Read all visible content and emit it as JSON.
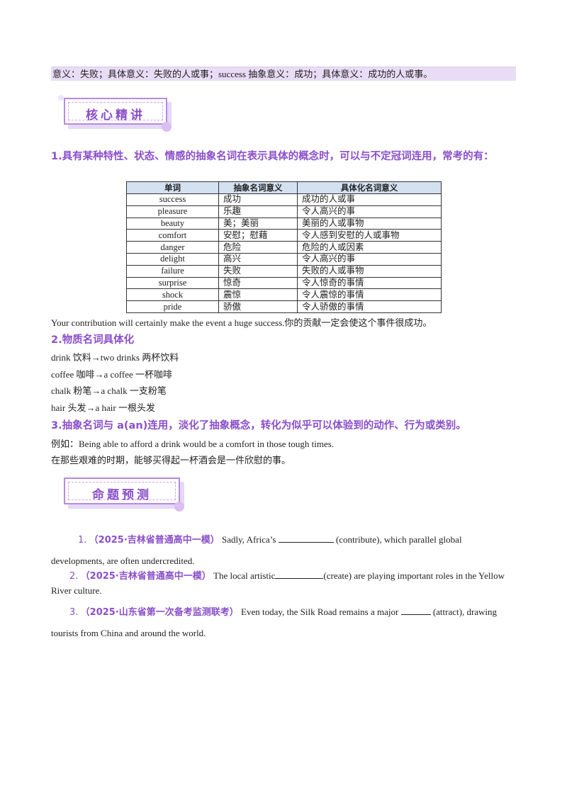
{
  "top_band_text": "意义：失败；具体意义：失败的人或事；success 抽象意义：成功；具体意义：成功的人或事。",
  "badge1_title": "核心精讲",
  "badge2_title": "命题预测",
  "heading1": "1.具有某种特性、状态、情感的抽象名词在表示具体的概念时，可以与不定冠词连用，常考的有：",
  "table": {
    "headers": [
      "单词",
      "抽象名词意义",
      "具体化名词意义"
    ],
    "rows": [
      [
        "success",
        "成功",
        "成功的人或事"
      ],
      [
        "pleasure",
        "乐趣",
        "令人高兴的事"
      ],
      [
        "beauty",
        "美；美丽",
        "美丽的人或事物"
      ],
      [
        "comfort",
        "安慰；慰藉",
        "令人感到安慰的人或事物"
      ],
      [
        "danger",
        "危险",
        "危险的人或因素"
      ],
      [
        "delight",
        "高兴",
        "令人高兴的事"
      ],
      [
        "failure",
        "失败",
        "失败的人或事物"
      ],
      [
        "surprise",
        "惊奇",
        "令人惊奇的事情"
      ],
      [
        "shock",
        "震惊",
        "令人震惊的事情"
      ],
      [
        "pride",
        "骄傲",
        "令人骄傲的事情"
      ]
    ]
  },
  "example1": "Your contribution will certainly make the event a huge success.你的贡献一定会使这个事件很成功。",
  "heading2": "2.物质名词具体化",
  "material_lines": [
    "drink 饮料→two drinks  两杯饮料",
    "coffee 咖啡→a coffee 一杯咖啡",
    "chalk  粉笔→a chalk 一支粉笔",
    "hair 头发→a hair 一根头发"
  ],
  "heading3": "3.抽象名词与 a(an)连用，淡化了抽象概念，转化为似乎可以体验到的动作、行为或类别。",
  "example2_en": "例如：Being able to afford a drink would be a comfort in those tough times.",
  "example2_cn": "在那些艰难的时期，能够买得起一杯酒会是一件欣慰的事。",
  "questions": [
    {
      "num": "1.",
      "source": "（2025·吉林省普通高中一模）",
      "text_before": "Sadly, Africa’s ",
      "text_after": " (contribute), which parallel global developments, are often undercredited."
    },
    {
      "num": "2.",
      "source": "（2025·吉林省普通高中一模）",
      "text_before": "The local artistic",
      "text_after": "(create) are playing important roles in the Yellow River culture."
    },
    {
      "num": "3.",
      "source": "（2025·山东省第一次备考监测联考）",
      "text_before": "Even today, the Silk Road remains a major ",
      "text_after": " (attract), drawing tourists from China and around  the  world."
    }
  ]
}
